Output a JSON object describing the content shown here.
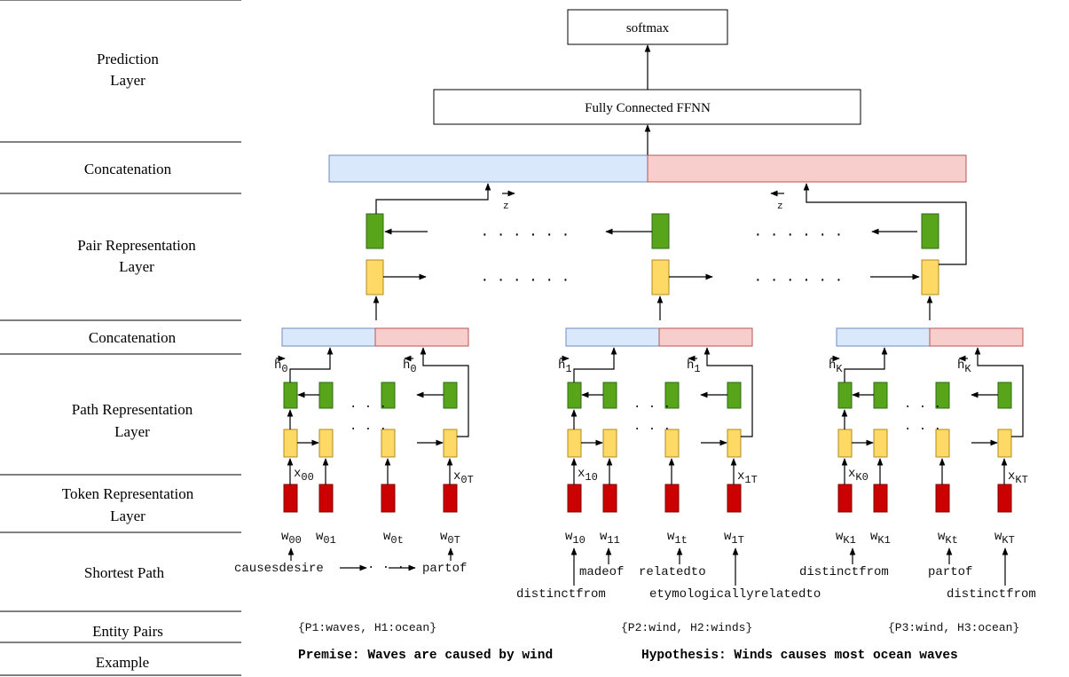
{
  "layers": {
    "prediction": [
      "Prediction",
      "Layer"
    ],
    "concat_top": "Concatenation",
    "pair": [
      "Pair Representation",
      "Layer"
    ],
    "concat_mid": "Concatenation",
    "path": [
      "Path Representation",
      "Layer"
    ],
    "token": [
      "Token Representation",
      "Layer"
    ],
    "shortest": "Shortest Path",
    "entity": "Entity Pairs",
    "example": "Example"
  },
  "boxes": {
    "softmax": "softmax",
    "ffnn": "Fully Connected FFNN"
  },
  "symbols": {
    "z": "z",
    "ellipsis_pair": "· · · · · ·",
    "ellipsis_path": "· · ·"
  },
  "groups": [
    {
      "h": "h",
      "h_sub": "0",
      "x_left": "x",
      "x_left_sub": "00",
      "x_right": "x",
      "x_right_sub": "0T",
      "w": [
        {
          "t": "w",
          "s": "00"
        },
        {
          "t": "w",
          "s": "01"
        },
        {
          "t": "w",
          "s": "0t"
        },
        {
          "t": "w",
          "s": "0T"
        }
      ],
      "path_words": [
        "causesdesire",
        "partof"
      ],
      "entity": "{P1:waves, H1:ocean}"
    },
    {
      "h": "h",
      "h_sub": "1",
      "x_left": "x",
      "x_left_sub": "10",
      "x_right": "x",
      "x_right_sub": "1T",
      "w": [
        {
          "t": "w",
          "s": "10"
        },
        {
          "t": "w",
          "s": "11"
        },
        {
          "t": "w",
          "s": "1t"
        },
        {
          "t": "w",
          "s": "1T"
        }
      ],
      "path_words": [
        "distinctfrom",
        "madeof",
        "relatedto",
        "etymologicallyrelatedto"
      ],
      "entity": "{P2:wind, H2:winds}"
    },
    {
      "h": "h",
      "h_sub": "K",
      "x_left": "x",
      "x_left_sub": "K0",
      "x_right": "x",
      "x_right_sub": "KT",
      "w": [
        {
          "t": "w",
          "s": "K1"
        },
        {
          "t": "w",
          "s": "K1"
        },
        {
          "t": "w",
          "s": "Kt"
        },
        {
          "t": "w",
          "s": "KT"
        }
      ],
      "path_words": [
        "distinctfrom",
        "partof",
        "distinctfrom"
      ],
      "entity": "{P3:wind, H3:ocean}"
    }
  ],
  "example": {
    "premise": "Premise: Waves are caused by wind",
    "hypothesis": "Hypothesis: Winds causes most ocean waves"
  },
  "colors": {
    "green": "#58a51c",
    "yellow": "#ffd966",
    "red": "#cc0000",
    "blue": "#dae8fc",
    "pink": "#f8cecc"
  }
}
